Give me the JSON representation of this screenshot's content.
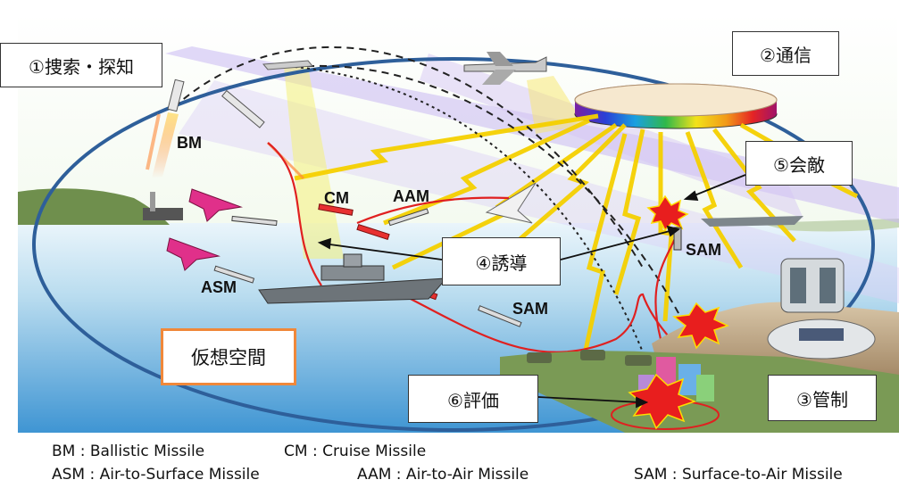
{
  "labels": {
    "search": "①捜索・探知",
    "comm": "②通信",
    "control": "③管制",
    "guidance": "④誘導",
    "engage": "⑤会敵",
    "assess": "⑥評価",
    "virtual": "仮想空間"
  },
  "tags": {
    "bm": "BM",
    "cm": "CM",
    "aam": "AAM",
    "asm": "ASM",
    "sam_ship": "SAM",
    "sam_ground": "SAM"
  },
  "legend": {
    "bm": "BM : Ballistic Missile",
    "cm": "CM : Cruise Missile",
    "asm": "ASM : Air-to-Surface Missile",
    "aam": "AAM : Air-to-Air Missile",
    "sam": "SAM : Surface-to-Air Missile"
  },
  "colors": {
    "sky": "#ffffff",
    "sea_top": "#d8ecf6",
    "sea_bottom": "#5aa8dc",
    "land": "#7a9a55",
    "ellipse": "#2e5f9a",
    "beam_yellow": "#f5d400",
    "beam_violet": "#c9b8f2",
    "missile_red": "#e02020",
    "virtual_border": "#f0883a",
    "jet_magenta": "#e0308a"
  }
}
